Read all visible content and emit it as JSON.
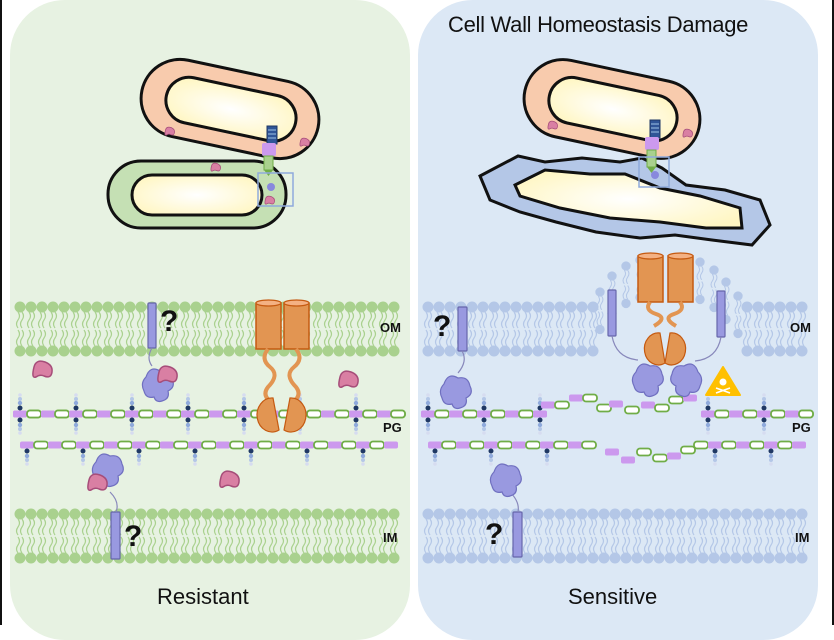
{
  "title": "Cell Wall Homeostasis Damage",
  "panels": {
    "left": {
      "caption": "Resistant",
      "labels": {
        "om": "OM",
        "pg": "PG",
        "im": "IM"
      },
      "unknown_marks": [
        "?",
        "?"
      ],
      "colors": {
        "background": "#e7f2e2",
        "membrane": "#a9d18e",
        "cell_envelope": "#c5e0b4"
      }
    },
    "right": {
      "caption": "Sensitive",
      "labels": {
        "om": "OM",
        "pg": "PG",
        "im": "IM"
      },
      "unknown_marks": [
        "?",
        "?"
      ],
      "colors": {
        "background": "#dce8f5",
        "membrane": "#b4c7e7",
        "cell_envelope": "#b4c7e7"
      },
      "hazard_icon": "toxic-skull-warning"
    }
  },
  "colors": {
    "attacker_cell": "#f8cbad",
    "cytoplasm": "#fffbd6",
    "toxin_protein": "#e29552",
    "immunity_protein": "#9999e0",
    "periplasmic_protein": "#d97fa3",
    "glycan_green": "#70ad47",
    "glycan_purple": "#cc99ee",
    "hazard": "#ffc000"
  }
}
